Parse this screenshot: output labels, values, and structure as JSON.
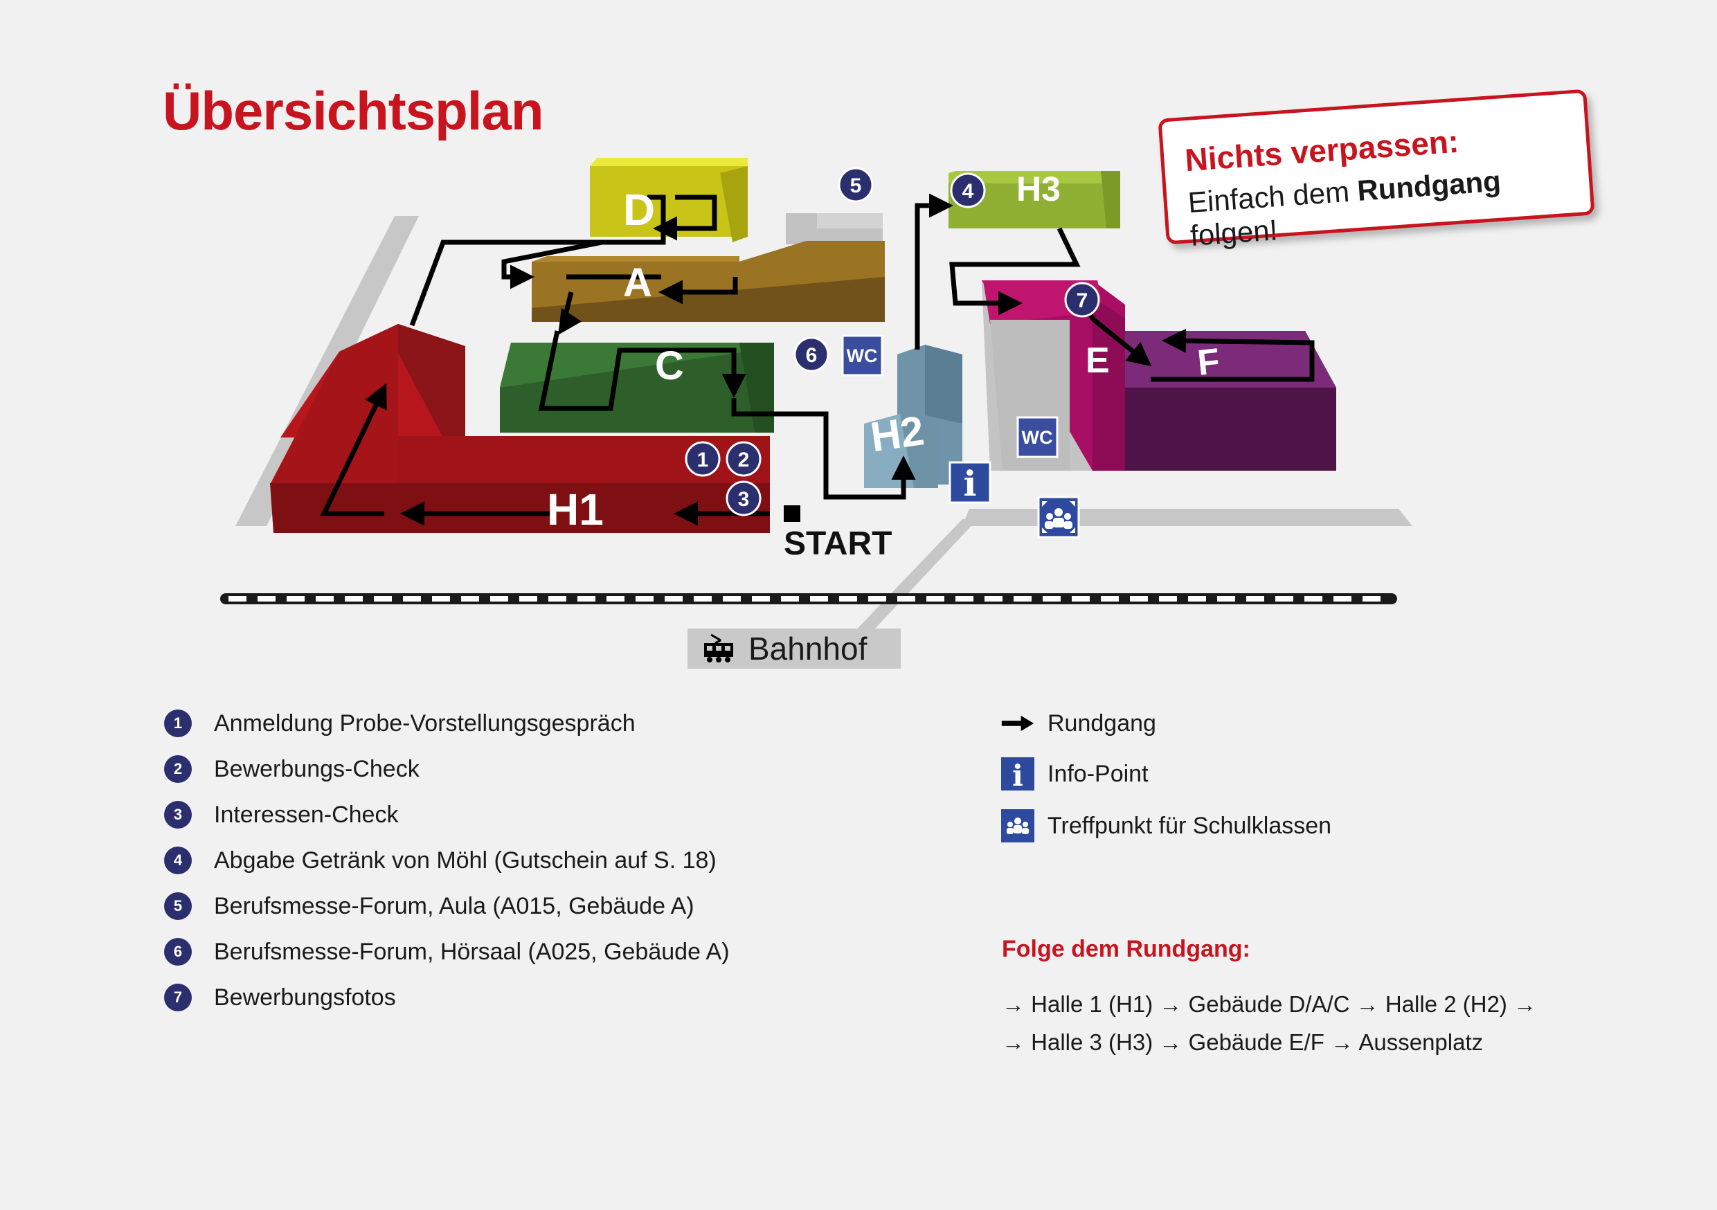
{
  "title": "Übersichtsplan",
  "callout": {
    "heading": "Nichts verpassen:",
    "line_before": "Einfach dem ",
    "line_bold": "Rundgang",
    "line_after": " folgen!"
  },
  "map": {
    "buildings": {
      "h1": "H1",
      "h2": "H2",
      "h3": "H3",
      "a": "A",
      "c": "C",
      "d": "D",
      "e": "E",
      "f": "F"
    },
    "markers": {
      "m1": "1",
      "m2": "2",
      "m3": "3",
      "m4": "4",
      "m5": "5",
      "m6": "6",
      "m7": "7"
    },
    "wc_label": "WC",
    "start_label": "START",
    "station_label": "Bahnhof",
    "info_glyph": "i",
    "colors": {
      "h1": "#a8141a",
      "c": "#2f6a2e",
      "a": "#8a6418",
      "d": "#d3d11a",
      "h3": "#96b835",
      "h2": "#7da6ba",
      "e": "#b20c6a",
      "f": "#6d1f6c",
      "marker": "#2b2f6e",
      "accent": "#c8141e"
    }
  },
  "legend": [
    {
      "num": "1",
      "text": "Anmeldung Probe-Vorstellungsgespräch"
    },
    {
      "num": "2",
      "text": "Bewerbungs-Check"
    },
    {
      "num": "3",
      "text": "Interessen-Check"
    },
    {
      "num": "4",
      "text": "Abgabe Getränk von Möhl (Gutschein auf S. 18)"
    },
    {
      "num": "5",
      "text": "Berufsmesse-Forum, Aula (A015, Gebäude A)"
    },
    {
      "num": "6",
      "text": "Berufsmesse-Forum, Hörsaal (A025, Gebäude A)"
    },
    {
      "num": "7",
      "text": "Bewerbungsfotos"
    }
  ],
  "key": {
    "rundgang": "Rundgang",
    "info_point": "Info-Point",
    "treffpunkt": "Treffpunkt für Schulklassen",
    "icons": [
      "arrow-icon",
      "info-icon",
      "meeting-point-icon"
    ]
  },
  "follow": {
    "title": "Folge dem Rundgang:",
    "line1": "→ Halle 1 (H1) → Gebäude D/A/C → Halle 2 (H2) →",
    "line2": "→ Halle 3 (H3) → Gebäude E/F → Aussenplatz"
  }
}
